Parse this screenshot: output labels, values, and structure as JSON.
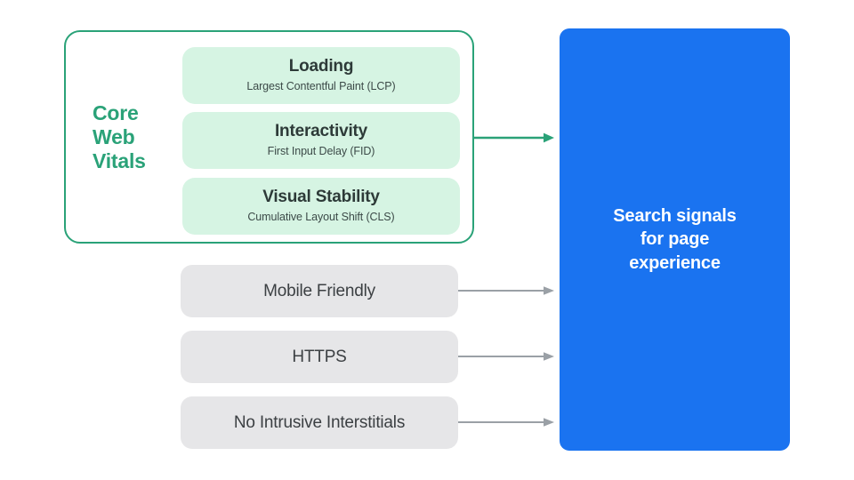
{
  "diagram": {
    "core_web_vitals": {
      "label": "Core\nWeb\nVitals",
      "accent_color": "#2AA278",
      "card_color": "#D6F4E3",
      "metrics": [
        {
          "title": "Loading",
          "subtitle": "Largest Contentful Paint (LCP)"
        },
        {
          "title": "Interactivity",
          "subtitle": "First Input Delay (FID)"
        },
        {
          "title": "Visual Stability",
          "subtitle": "Cumulative Layout Shift (CLS)"
        }
      ]
    },
    "other_signals": {
      "box_color": "#E6E6E8",
      "text_color": "#3C4043",
      "items": [
        {
          "label": "Mobile Friendly"
        },
        {
          "label": "HTTPS"
        },
        {
          "label": "No Intrusive Interstitials"
        }
      ]
    },
    "arrows": {
      "core_arrow_color": "#2AA278",
      "signal_arrow_color": "#9AA0A6"
    },
    "search_panel": {
      "text": "Search signals\nfor page\nexperience",
      "background_color": "#1A73F0",
      "text_color": "#FFFFFF"
    }
  }
}
